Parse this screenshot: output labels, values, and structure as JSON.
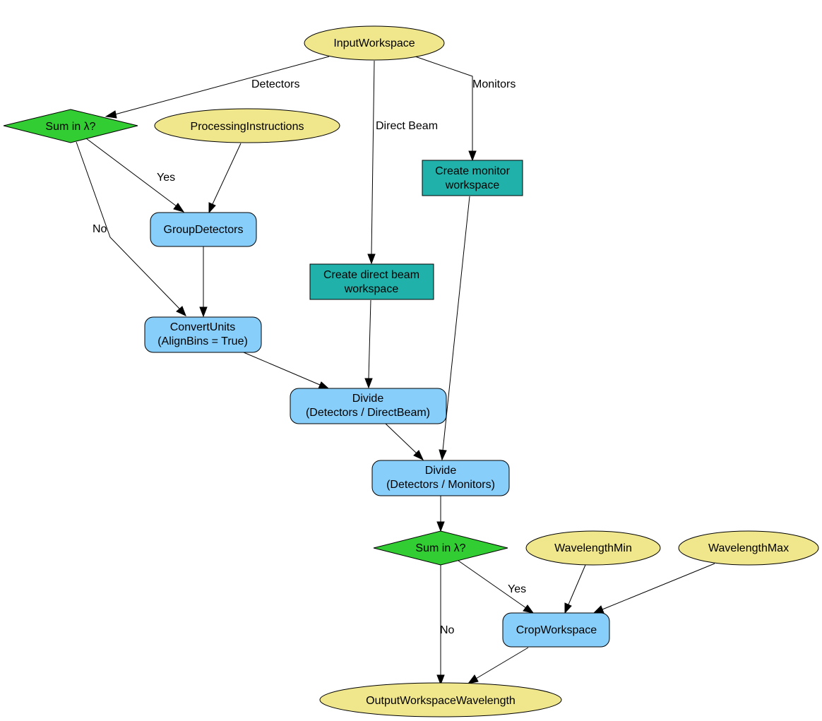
{
  "colors": {
    "input": "#f0e68c",
    "decision": "#32cd32",
    "process": "#87cefa",
    "workspace": "#20b2aa",
    "line": "#000000"
  },
  "nodes": {
    "input_workspace": "InputWorkspace",
    "sum_lambda_1": "Sum in λ?",
    "processing_instructions": "ProcessingInstructions",
    "create_monitor_1": "Create monitor",
    "create_monitor_2": "workspace",
    "group_detectors": "GroupDetectors",
    "create_direct_beam_1": "Create direct beam",
    "create_direct_beam_2": "workspace",
    "convert_units_1": "ConvertUnits",
    "convert_units_2": "(AlignBins = True)",
    "divide_direct_1": "Divide",
    "divide_direct_2": "(Detectors / DirectBeam)",
    "divide_monitors_1": "Divide",
    "divide_monitors_2": "(Detectors / Monitors)",
    "sum_lambda_2": "Sum in λ?",
    "wavelength_min": "WavelengthMin",
    "wavelength_max": "WavelengthMax",
    "crop_workspace": "CropWorkspace",
    "output_workspace": "OutputWorkspaceWavelength"
  },
  "edge_labels": {
    "detectors": "Detectors",
    "direct_beam": "Direct Beam",
    "monitors": "Monitors",
    "yes_1": "Yes",
    "no_1": "No",
    "yes_2": "Yes",
    "no_2": "No"
  }
}
